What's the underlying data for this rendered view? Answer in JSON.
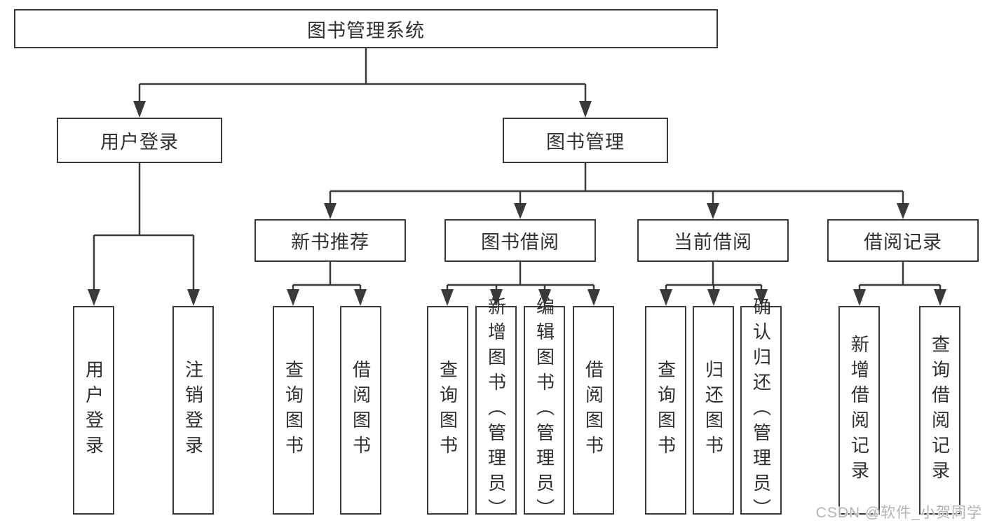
{
  "colors": {
    "line": "#3a3a3a",
    "text": "#2f2f2f",
    "background": "#ffffff",
    "watermark": "#b3b3b3"
  },
  "watermark": "CSDN @软件_小贺同学",
  "tree": {
    "label": "图书管理系统",
    "children": [
      {
        "label": "用户登录",
        "children": [
          {
            "label": "用户登录"
          },
          {
            "label": "注销登录"
          }
        ]
      },
      {
        "label": "图书管理",
        "children": [
          {
            "label": "新书推荐",
            "children": [
              {
                "label": "查询图书"
              },
              {
                "label": "借阅图书"
              }
            ]
          },
          {
            "label": "图书借阅",
            "children": [
              {
                "label": "查询图书"
              },
              {
                "label": "新增图书（管理员）"
              },
              {
                "label": "编辑图书（管理员）"
              },
              {
                "label": "借阅图书"
              }
            ]
          },
          {
            "label": "当前借阅",
            "children": [
              {
                "label": "查询图书"
              },
              {
                "label": "归还图书"
              },
              {
                "label": "确认归还（管理员）"
              }
            ]
          },
          {
            "label": "借阅记录",
            "children": [
              {
                "label": "新增借阅记录"
              },
              {
                "label": "查询借阅记录"
              }
            ]
          }
        ]
      }
    ]
  }
}
